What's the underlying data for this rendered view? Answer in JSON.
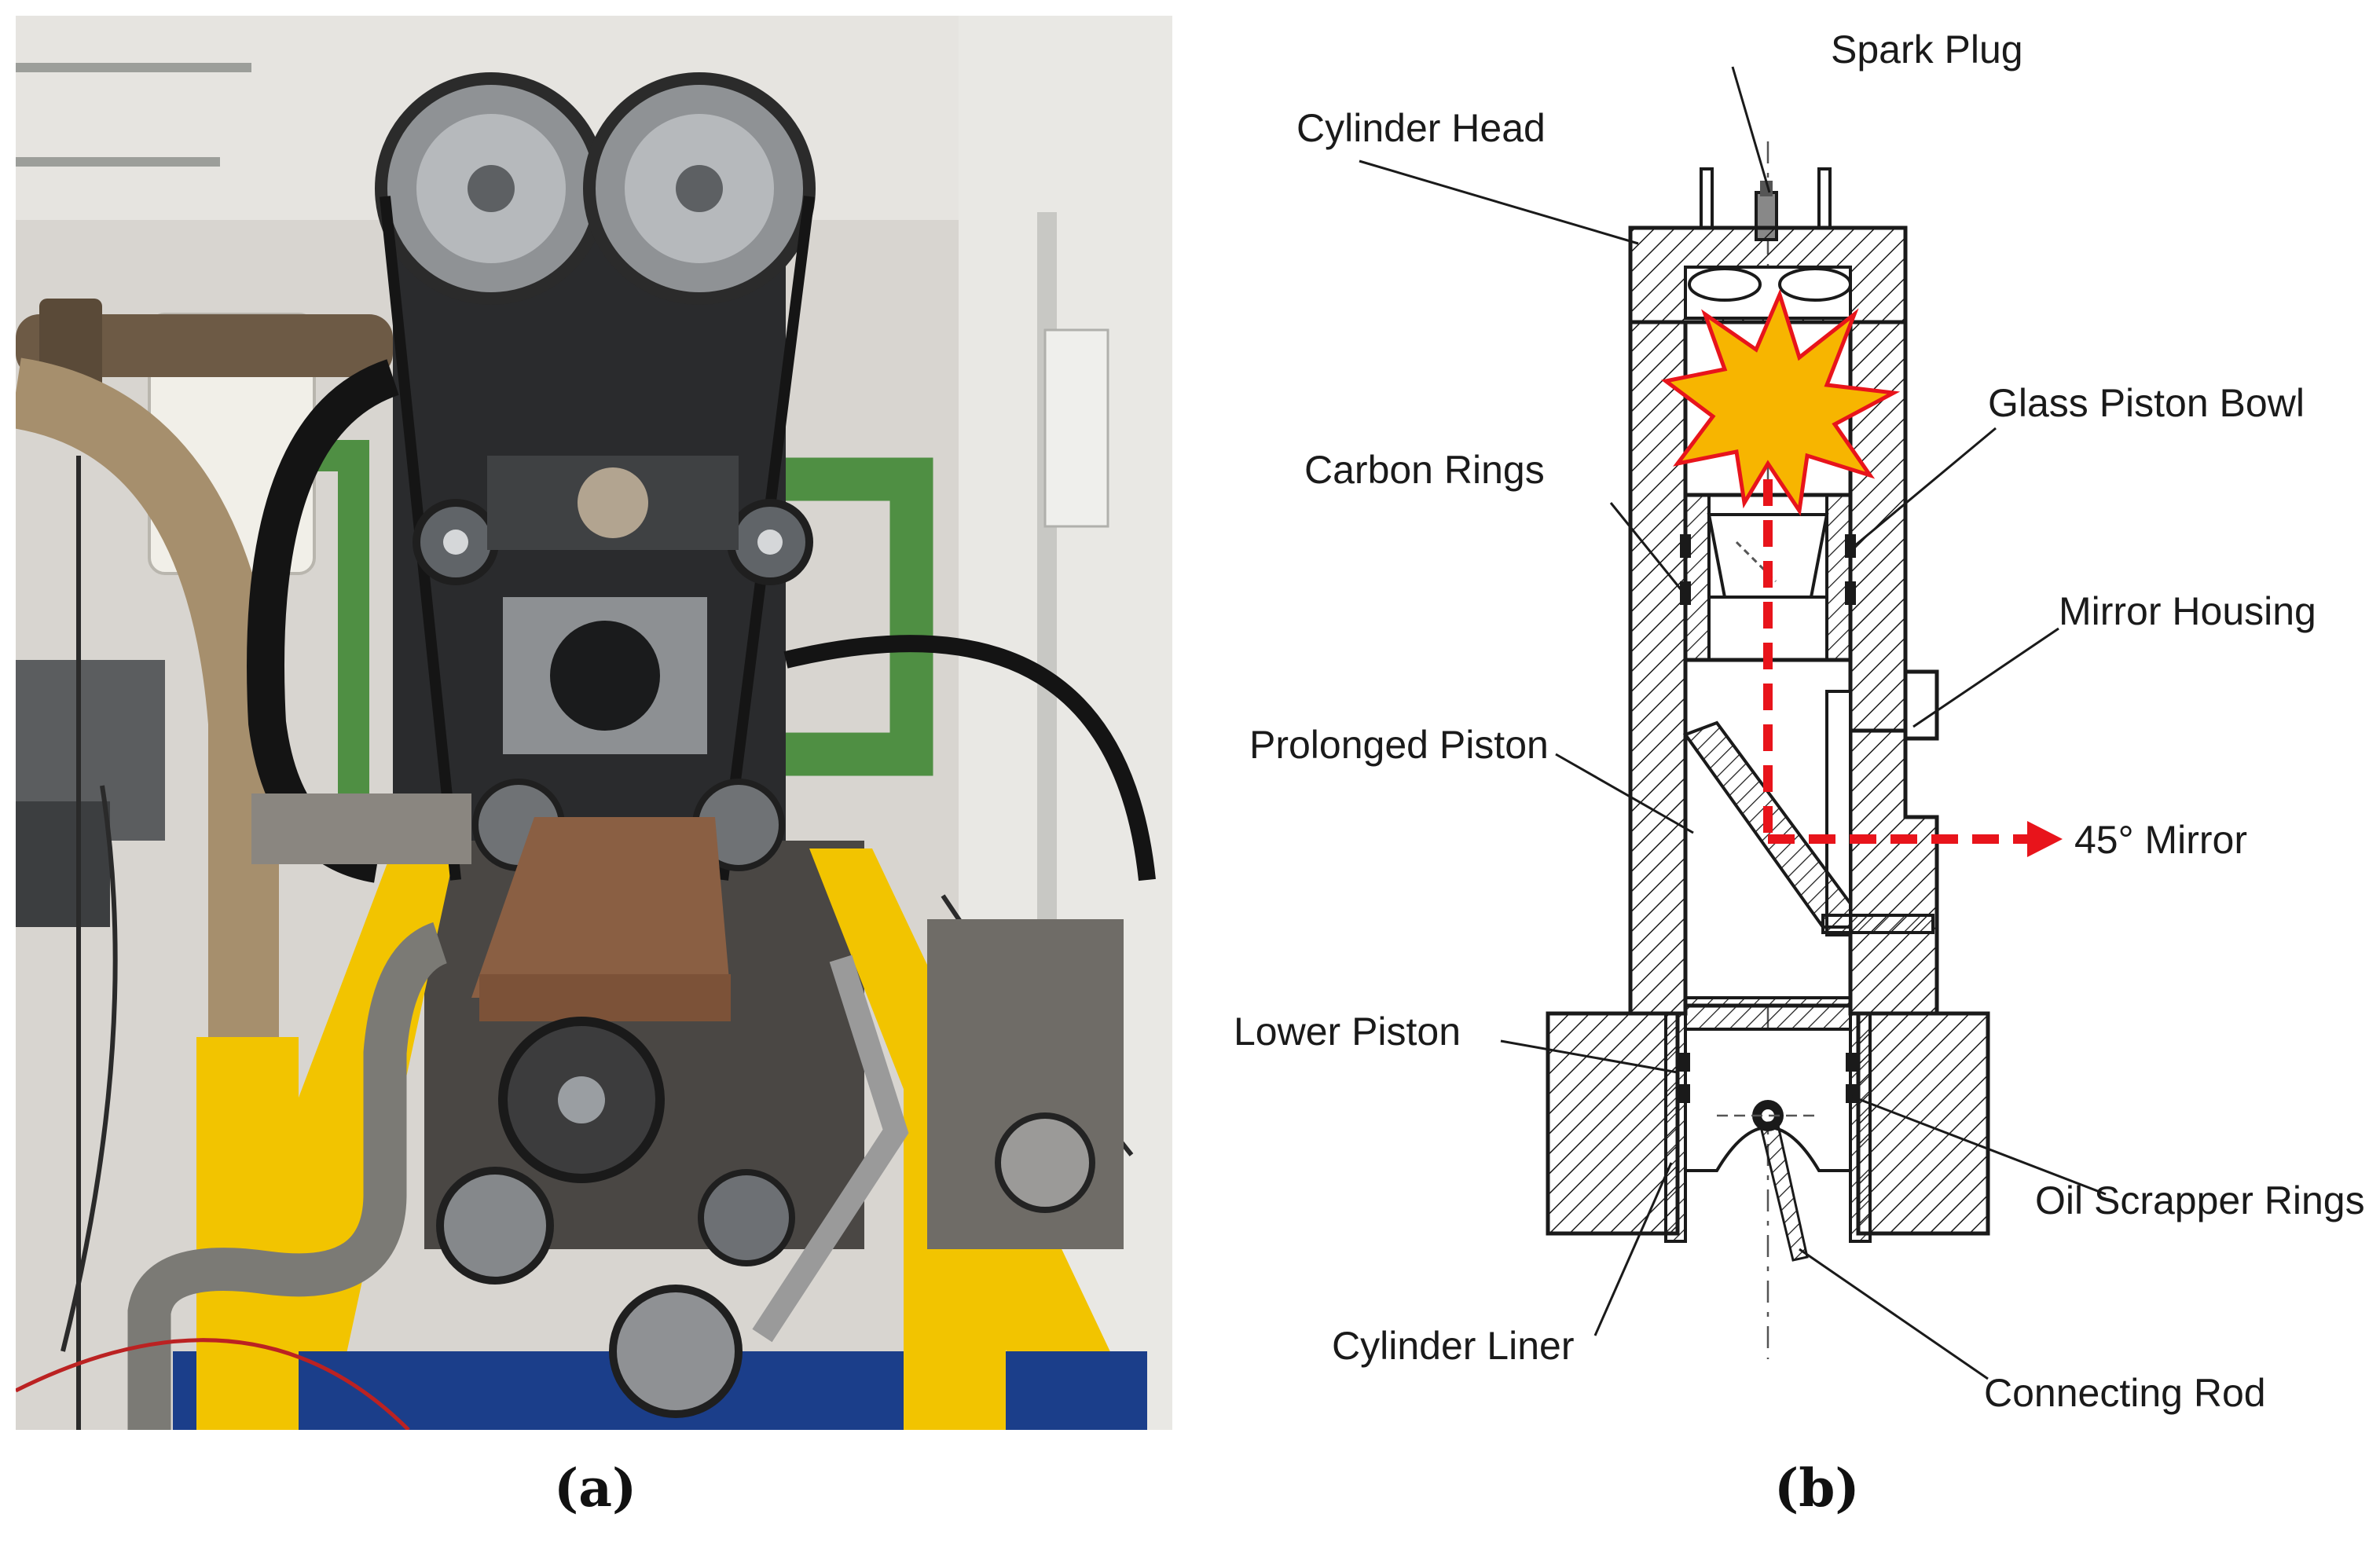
{
  "panel_a": {
    "caption": "(a)",
    "image_alt": "Photograph of optical engine test bench"
  },
  "panel_b": {
    "caption": "(b)",
    "labels": {
      "spark_plug": "Spark Plug",
      "cylinder_head": "Cylinder Head",
      "glass_piston_bowl": "Glass Piston Bowl",
      "carbon_rings": "Carbon Rings",
      "mirror_housing": "Mirror Housing",
      "prolonged_piston": "Prolonged Piston",
      "mirror_45": "45° Mirror",
      "lower_piston": "Lower Piston",
      "oil_scrapper_rings": "Oil Scrapper Rings",
      "cylinder_liner": "Cylinder Liner",
      "connecting_rod": "Connecting Rod"
    },
    "colors": {
      "light_path": "#e8141b",
      "flame_fill": "#f7b500",
      "flame_stroke": "#e8141b",
      "line": "#1a1a1a"
    }
  }
}
